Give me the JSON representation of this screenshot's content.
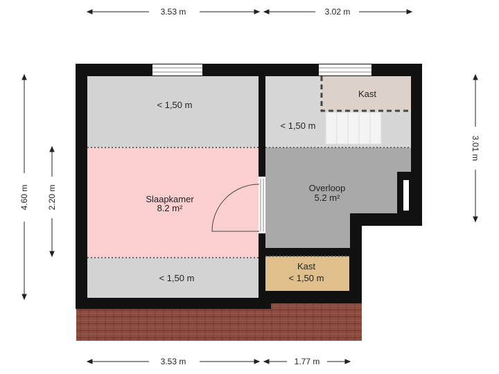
{
  "dimensions": {
    "top_left": "3.53 m",
    "top_right": "3.02 m",
    "bottom_left": "3.53 m",
    "bottom_right": "1.77 m",
    "left_outer": "4.60 m",
    "left_inner": "2.20 m",
    "right": "3.01 m"
  },
  "rooms": {
    "upper_slope_left": "< 1,50 m",
    "slaapkamer_name": "Slaapkamer",
    "slaapkamer_area": "8.2 m²",
    "lower_slope_left": "< 1,50 m",
    "upper_slope_right": "< 1,50 m",
    "kast_top": "Kast",
    "overloop_name": "Overloop",
    "overloop_area": "5.2 m²",
    "kast_bottom_name": "Kast",
    "kast_bottom_area": "< 1,50 m"
  },
  "colors": {
    "wall": "#111111",
    "slope_area": "#d3d3d3",
    "bedroom": "#fbcfcf",
    "landing": "#a9a9a9",
    "closet_top": "#ddd2ca",
    "closet_bottom": "#dfc08c",
    "roof_tiles": "#8a4b3e"
  }
}
